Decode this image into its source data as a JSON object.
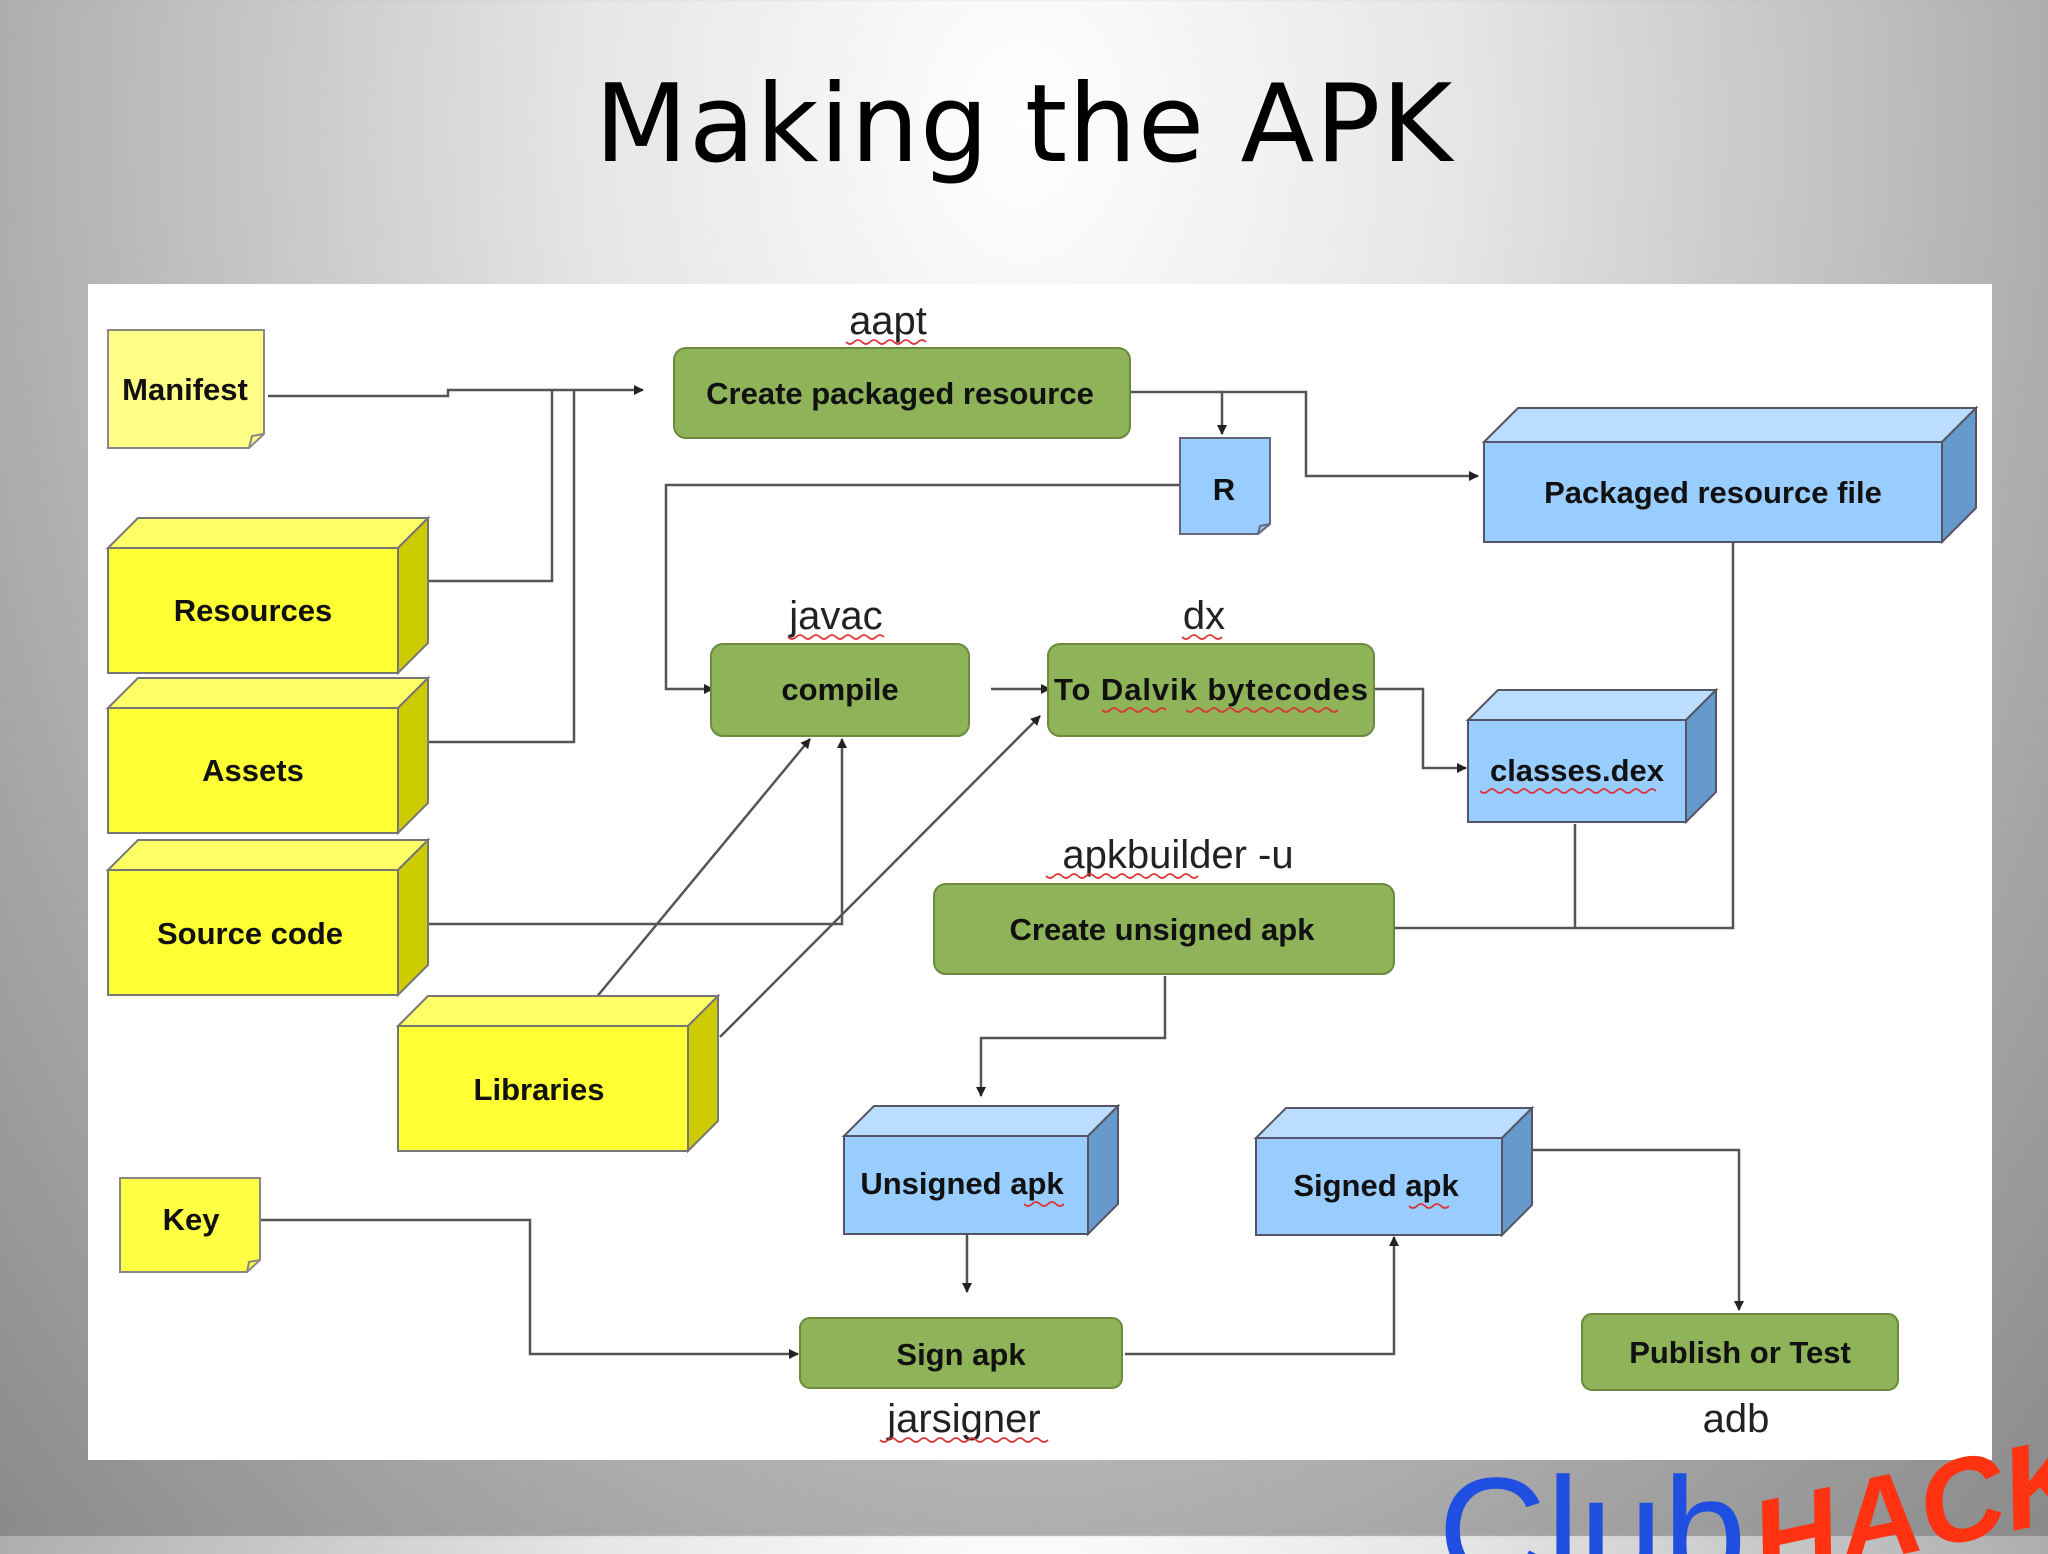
{
  "slide": {
    "title": "Making the APK"
  },
  "colors": {
    "input_yellow": "#ffff33",
    "output_blue": "#99ccff",
    "process_green": "#8fb359",
    "connector": "#555555"
  },
  "nodes": {
    "manifest": "Manifest",
    "resources": "Resources",
    "assets": "Assets",
    "source_code": "Source code",
    "libraries": "Libraries",
    "key": "Key",
    "create_packaged_resource": "Create packaged resource",
    "r": "R",
    "packaged_resource_file": "Packaged resource file",
    "compile": "compile",
    "to_dalvik": "To Dalvik bytecodes",
    "classes_dex": "classes.dex",
    "create_unsigned_apk": "Create unsigned apk",
    "unsigned_apk": "Unsigned apk",
    "signed_apk": "Signed apk",
    "sign_apk": "Sign apk",
    "publish_or_test": "Publish or Test"
  },
  "tools": {
    "aapt": "aapt",
    "javac": "javac",
    "dx": "dx",
    "apkbuilder": "apkbuilder -u",
    "jarsigner": "jarsigner",
    "adb": "adb"
  },
  "logo": {
    "text_blue": "Club",
    "text_red": "HACK"
  }
}
